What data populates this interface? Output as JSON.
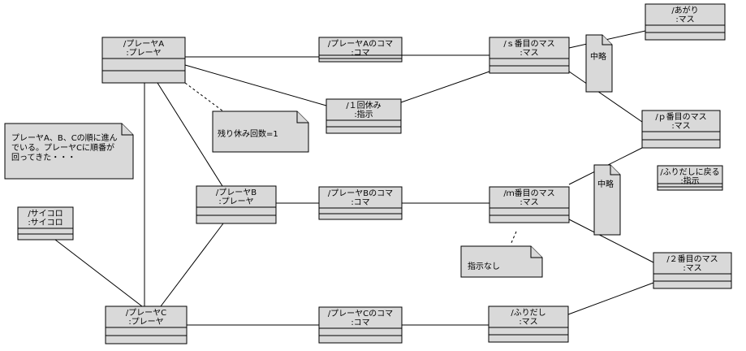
{
  "objects": [
    {
      "id": "playerA",
      "line1": "/プレーヤA",
      "line2": ":プレーヤ"
    },
    {
      "id": "komaA",
      "line1": "/プレーヤAのコマ",
      "line2": ":コマ"
    },
    {
      "id": "masuS",
      "line1": "/ｓ番目のマス",
      "line2": ":マス"
    },
    {
      "id": "agari",
      "line1": "/あがり",
      "line2": ":マス"
    },
    {
      "id": "rest",
      "line1": "/１回休み",
      "line2": ":指示"
    },
    {
      "id": "masuP",
      "line1": "/ｐ番目のマス",
      "line2": ":マス"
    },
    {
      "id": "furidashiBack",
      "line1": "/ふりだしに戻る",
      "line2": ":指示"
    },
    {
      "id": "saikoro",
      "line1": "/サイコロ",
      "line2": ":サイコロ"
    },
    {
      "id": "playerB",
      "line1": "/プレーヤB",
      "line2": ":プレーヤ"
    },
    {
      "id": "komaB",
      "line1": "/プレーヤBのコマ",
      "line2": ":コマ"
    },
    {
      "id": "masuM",
      "line1": "/ｍ番目のマス",
      "line2": ":マス"
    },
    {
      "id": "masu2",
      "line1": "/２番目のマス",
      "line2": ":マス"
    },
    {
      "id": "playerC",
      "line1": "/プレーヤC",
      "line2": ":プレーヤ"
    },
    {
      "id": "komaC",
      "line1": "/プレーヤCのコマ",
      "line2": ":コマ"
    },
    {
      "id": "furidashi",
      "line1": "/ふりだし",
      "line2": ":マス"
    }
  ],
  "notes": [
    {
      "id": "remaining",
      "lines": [
        "残り休み回数=1"
      ]
    },
    {
      "id": "turn",
      "lines": [
        "プレーヤA、B、Cの順に進ん",
        "でいる。プレーヤCに順番が",
        "回ってきた・・・"
      ]
    },
    {
      "id": "omit1",
      "lines": [
        "中略"
      ]
    },
    {
      "id": "omit2",
      "lines": [
        "中略"
      ]
    },
    {
      "id": "noInstruction",
      "lines": [
        "指示なし"
      ]
    }
  ]
}
